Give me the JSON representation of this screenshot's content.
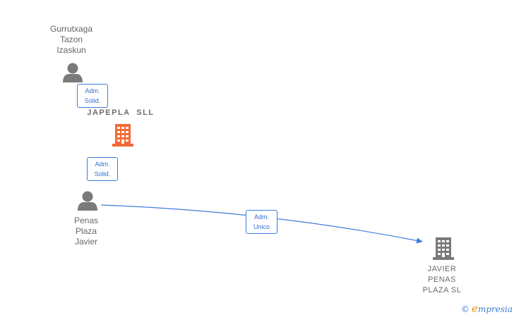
{
  "nodes": {
    "gurrutxaga": {
      "line1": "Gurrutxaga",
      "line2": "Tazon",
      "line3": "Izaskun"
    },
    "japepla": {
      "name": "JAPEPLA  SLL"
    },
    "penas": {
      "line1": "Penas",
      "line2": "Plaza",
      "line3": "Javier"
    },
    "javier_penas": {
      "line1": "JAVIER",
      "line2": "PENAS",
      "line3": "PLAZA SL"
    }
  },
  "edges": {
    "gurrutxaga_japepla": {
      "line1": "Adm.",
      "line2": "Solid."
    },
    "penas_japepla": {
      "line1": "Adm.",
      "line2": "Solid."
    },
    "penas_javier": {
      "line1": "Adm.",
      "line2": "Unico"
    }
  },
  "colors": {
    "person": "#7a7a7a",
    "company_main": "#f26a35",
    "company": "#7a7a7a",
    "edge": "#3b7ddd"
  },
  "watermark": {
    "copyright": "©",
    "brand_initial": "e",
    "brand_rest": "mpresia"
  }
}
